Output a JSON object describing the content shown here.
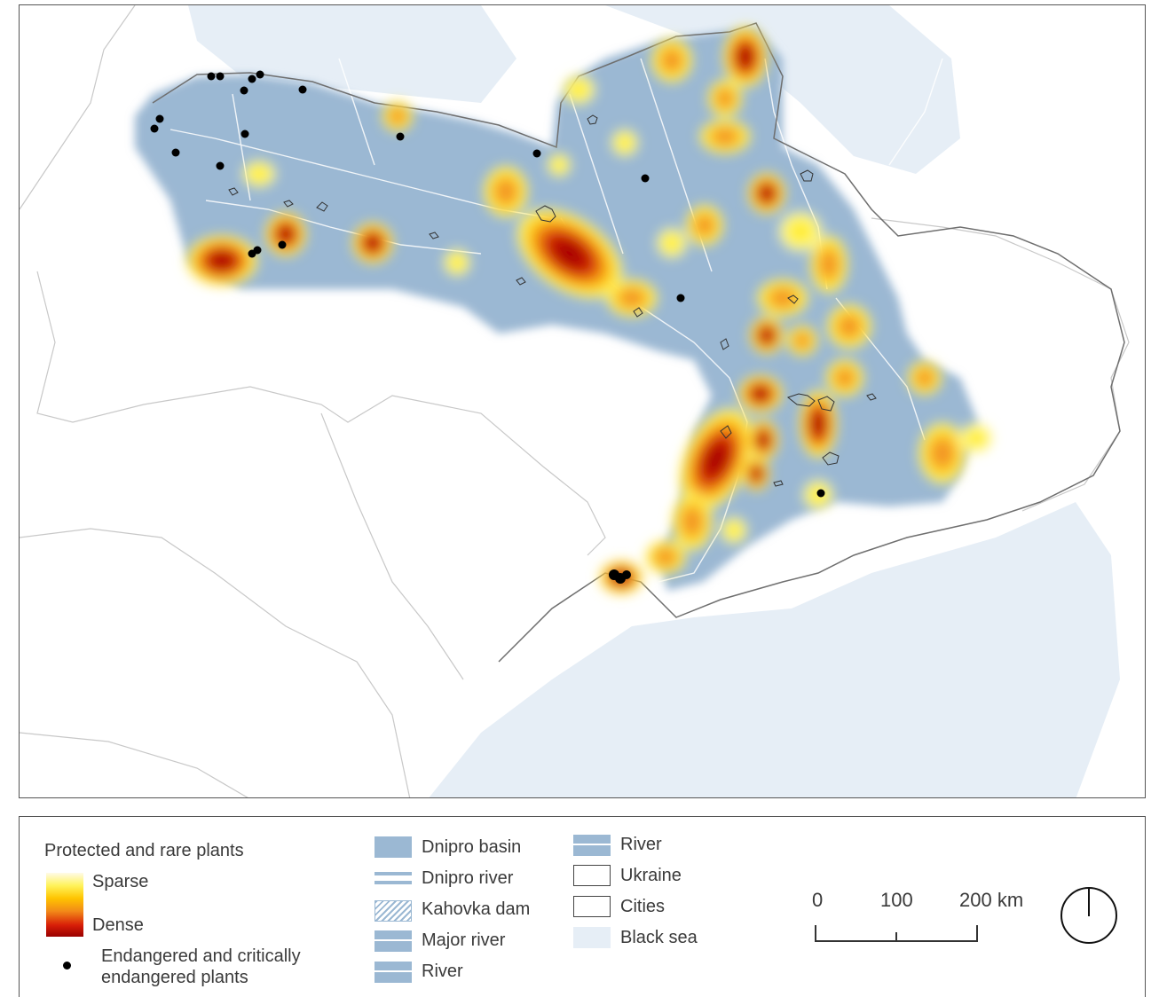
{
  "legend": {
    "heat_title": "Protected and rare plants",
    "heat_low": "Sparse",
    "heat_high": "Dense",
    "dots_label_line1": "Endangered and critically",
    "dots_label_line2": "endangered plants",
    "col2": [
      "Dnipro basin",
      "Dnipro river",
      "Kahovka dam",
      "Major river",
      "River"
    ],
    "col3": [
      "River",
      "Ukraine",
      "Cities",
      "Black sea"
    ],
    "scale": {
      "tick_0": "0",
      "tick_1": "100",
      "tick_2": "200 km"
    }
  },
  "colors": {
    "basin": "#9bb8d3",
    "sea": "#e6eef6",
    "sparse": "#fff35a",
    "dense": "#9a0000"
  }
}
